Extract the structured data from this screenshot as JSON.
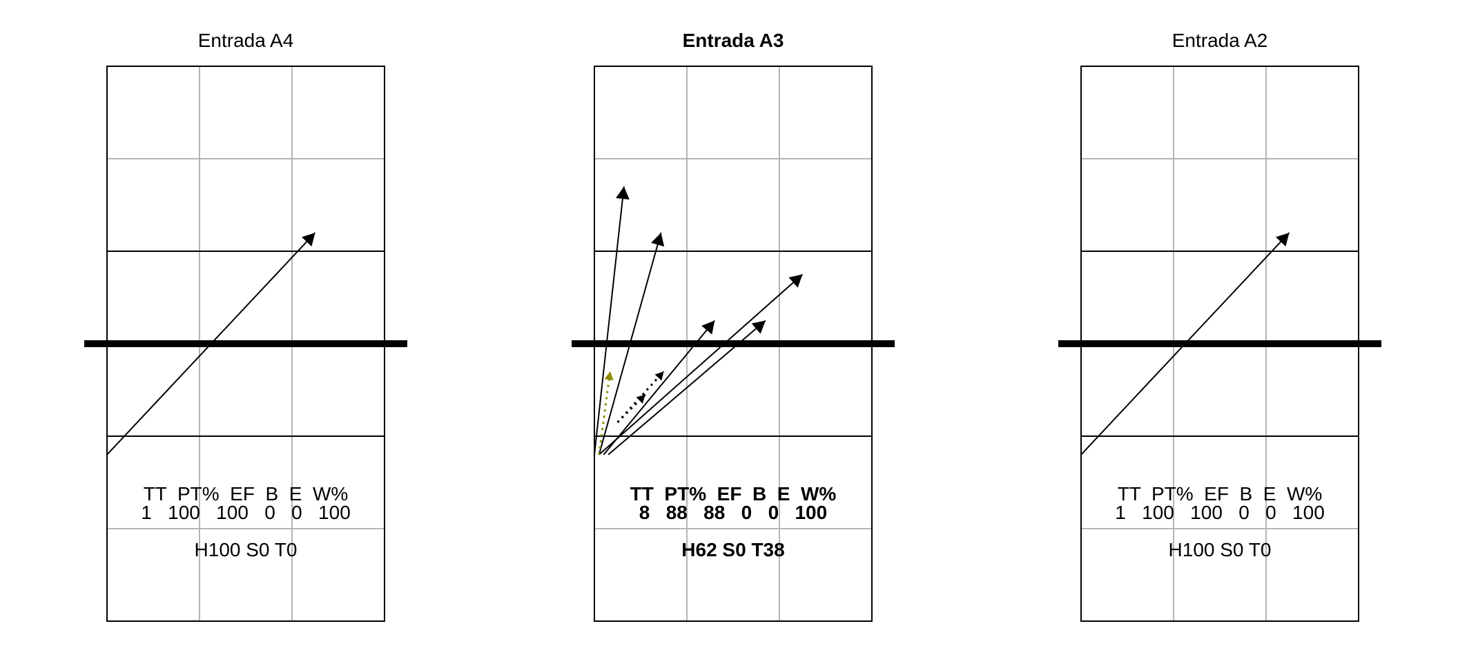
{
  "panels": [
    {
      "title": "Entrada A4",
      "bold": false,
      "stats_header": "TT  PT%  EF  B  E  W%",
      "stats_values": "1   100   100   0   0   100",
      "zones": "H100 S0 T0",
      "arrows": [
        {
          "from": [
            0.0,
            1.8
          ],
          "to": [
            2.25,
            4.2
          ],
          "style": "solid",
          "color": "#000000",
          "head": "large"
        }
      ]
    },
    {
      "title": "Entrada A3",
      "bold": true,
      "stats_header": "TT  PT%  EF  B  E  W%",
      "stats_values": "8   88   88   0   0   100",
      "zones": "H62 S0 T38",
      "arrows": [
        {
          "from": [
            0.0,
            1.8
          ],
          "to": [
            0.32,
            4.7
          ],
          "style": "solid",
          "color": "#000000",
          "head": "large"
        },
        {
          "from": [
            0.05,
            1.8
          ],
          "to": [
            0.72,
            4.2
          ],
          "style": "solid",
          "color": "#000000",
          "head": "large"
        },
        {
          "from": [
            0.05,
            1.8
          ],
          "to": [
            2.25,
            3.75
          ],
          "style": "solid",
          "color": "#000000",
          "head": "large"
        },
        {
          "from": [
            0.1,
            1.8
          ],
          "to": [
            1.3,
            3.25
          ],
          "style": "solid",
          "color": "#000000",
          "head": "large"
        },
        {
          "from": [
            0.15,
            1.8
          ],
          "to": [
            1.85,
            3.25
          ],
          "style": "solid",
          "color": "#000000",
          "head": "large"
        },
        {
          "from": [
            0.25,
            2.15
          ],
          "to": [
            0.75,
            2.7
          ],
          "style": "dotted",
          "color": "#000000",
          "head": "small"
        },
        {
          "from": [
            0.25,
            2.15
          ],
          "to": [
            0.55,
            2.45
          ],
          "style": "dotted",
          "color": "#000000",
          "head": "small"
        },
        {
          "from": [
            0.05,
            1.8
          ],
          "to": [
            0.17,
            2.7
          ],
          "style": "dotted",
          "color": "#8a8a00",
          "head": "small"
        }
      ]
    },
    {
      "title": "Entrada A2",
      "bold": false,
      "stats_header": "TT  PT%  EF  B  E  W%",
      "stats_values": "1   100   100   0   0   100",
      "zones": "H100 S0 T0",
      "arrows": [
        {
          "from": [
            0.0,
            1.8
          ],
          "to": [
            2.25,
            4.2
          ],
          "style": "solid",
          "color": "#000000",
          "head": "large"
        }
      ]
    }
  ]
}
